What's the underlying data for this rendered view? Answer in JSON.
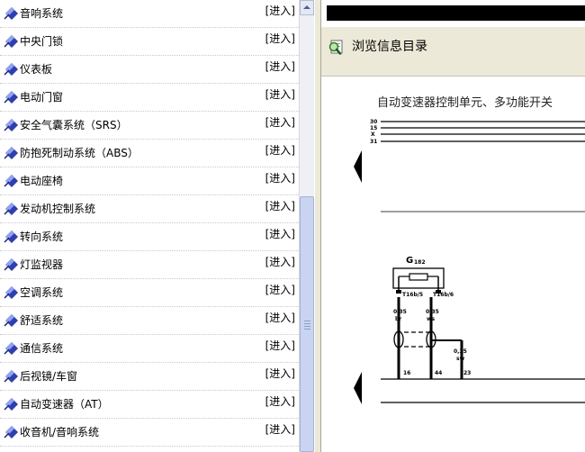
{
  "left_pane": {
    "items": [
      {
        "label": "音响系统",
        "link": "[进入]"
      },
      {
        "label": "中央门锁",
        "link": "[进入]"
      },
      {
        "label": "仪表板",
        "link": "[进入]"
      },
      {
        "label": "电动门窗",
        "link": "[进入]"
      },
      {
        "label": "安全气囊系统（SRS）",
        "link": "[进入]"
      },
      {
        "label": "防抱死制动系统（ABS）",
        "link": "[进入]"
      },
      {
        "label": "电动座椅",
        "link": "[进入]"
      },
      {
        "label": "发动机控制系统",
        "link": "[进入]"
      },
      {
        "label": "转向系统",
        "link": "[进入]"
      },
      {
        "label": "灯监视器",
        "link": "[进入]"
      },
      {
        "label": "空调系统",
        "link": "[进入]"
      },
      {
        "label": "舒适系统",
        "link": "[进入]"
      },
      {
        "label": "通信系统",
        "link": "[进入]"
      },
      {
        "label": "后视镜/车窗",
        "link": "[进入]"
      },
      {
        "label": "自动变速器（AT）",
        "link": "[进入]"
      },
      {
        "label": "收音机/音响系统",
        "link": "[进入]"
      }
    ],
    "item_icon": "blue-diamond-icon"
  },
  "toolbar": {
    "browse_label": "浏览信息目录",
    "browse_icon": "magnifier-page-icon"
  },
  "diagram": {
    "title": "自动变速器控制单元、多功能开关",
    "bus_labels": [
      "30",
      "15",
      "X",
      "31"
    ],
    "component": "G",
    "component_sub": "182",
    "connector_left": "T16b/5",
    "connector_right": "T16b/6",
    "wire_left_size": "0,35",
    "wire_left_color": "br",
    "wire_right_size": "0,35",
    "wire_right_color": "ws",
    "wire_third_size": "0,35",
    "wire_third_color": "sw",
    "term_left": "16",
    "term_mid": "44",
    "term_right": "23"
  },
  "colors": {
    "toolbar_bg": "#ece9d8",
    "icon_blue": "#2f3fb0",
    "scroll_thumb": "#c8d4f0"
  }
}
